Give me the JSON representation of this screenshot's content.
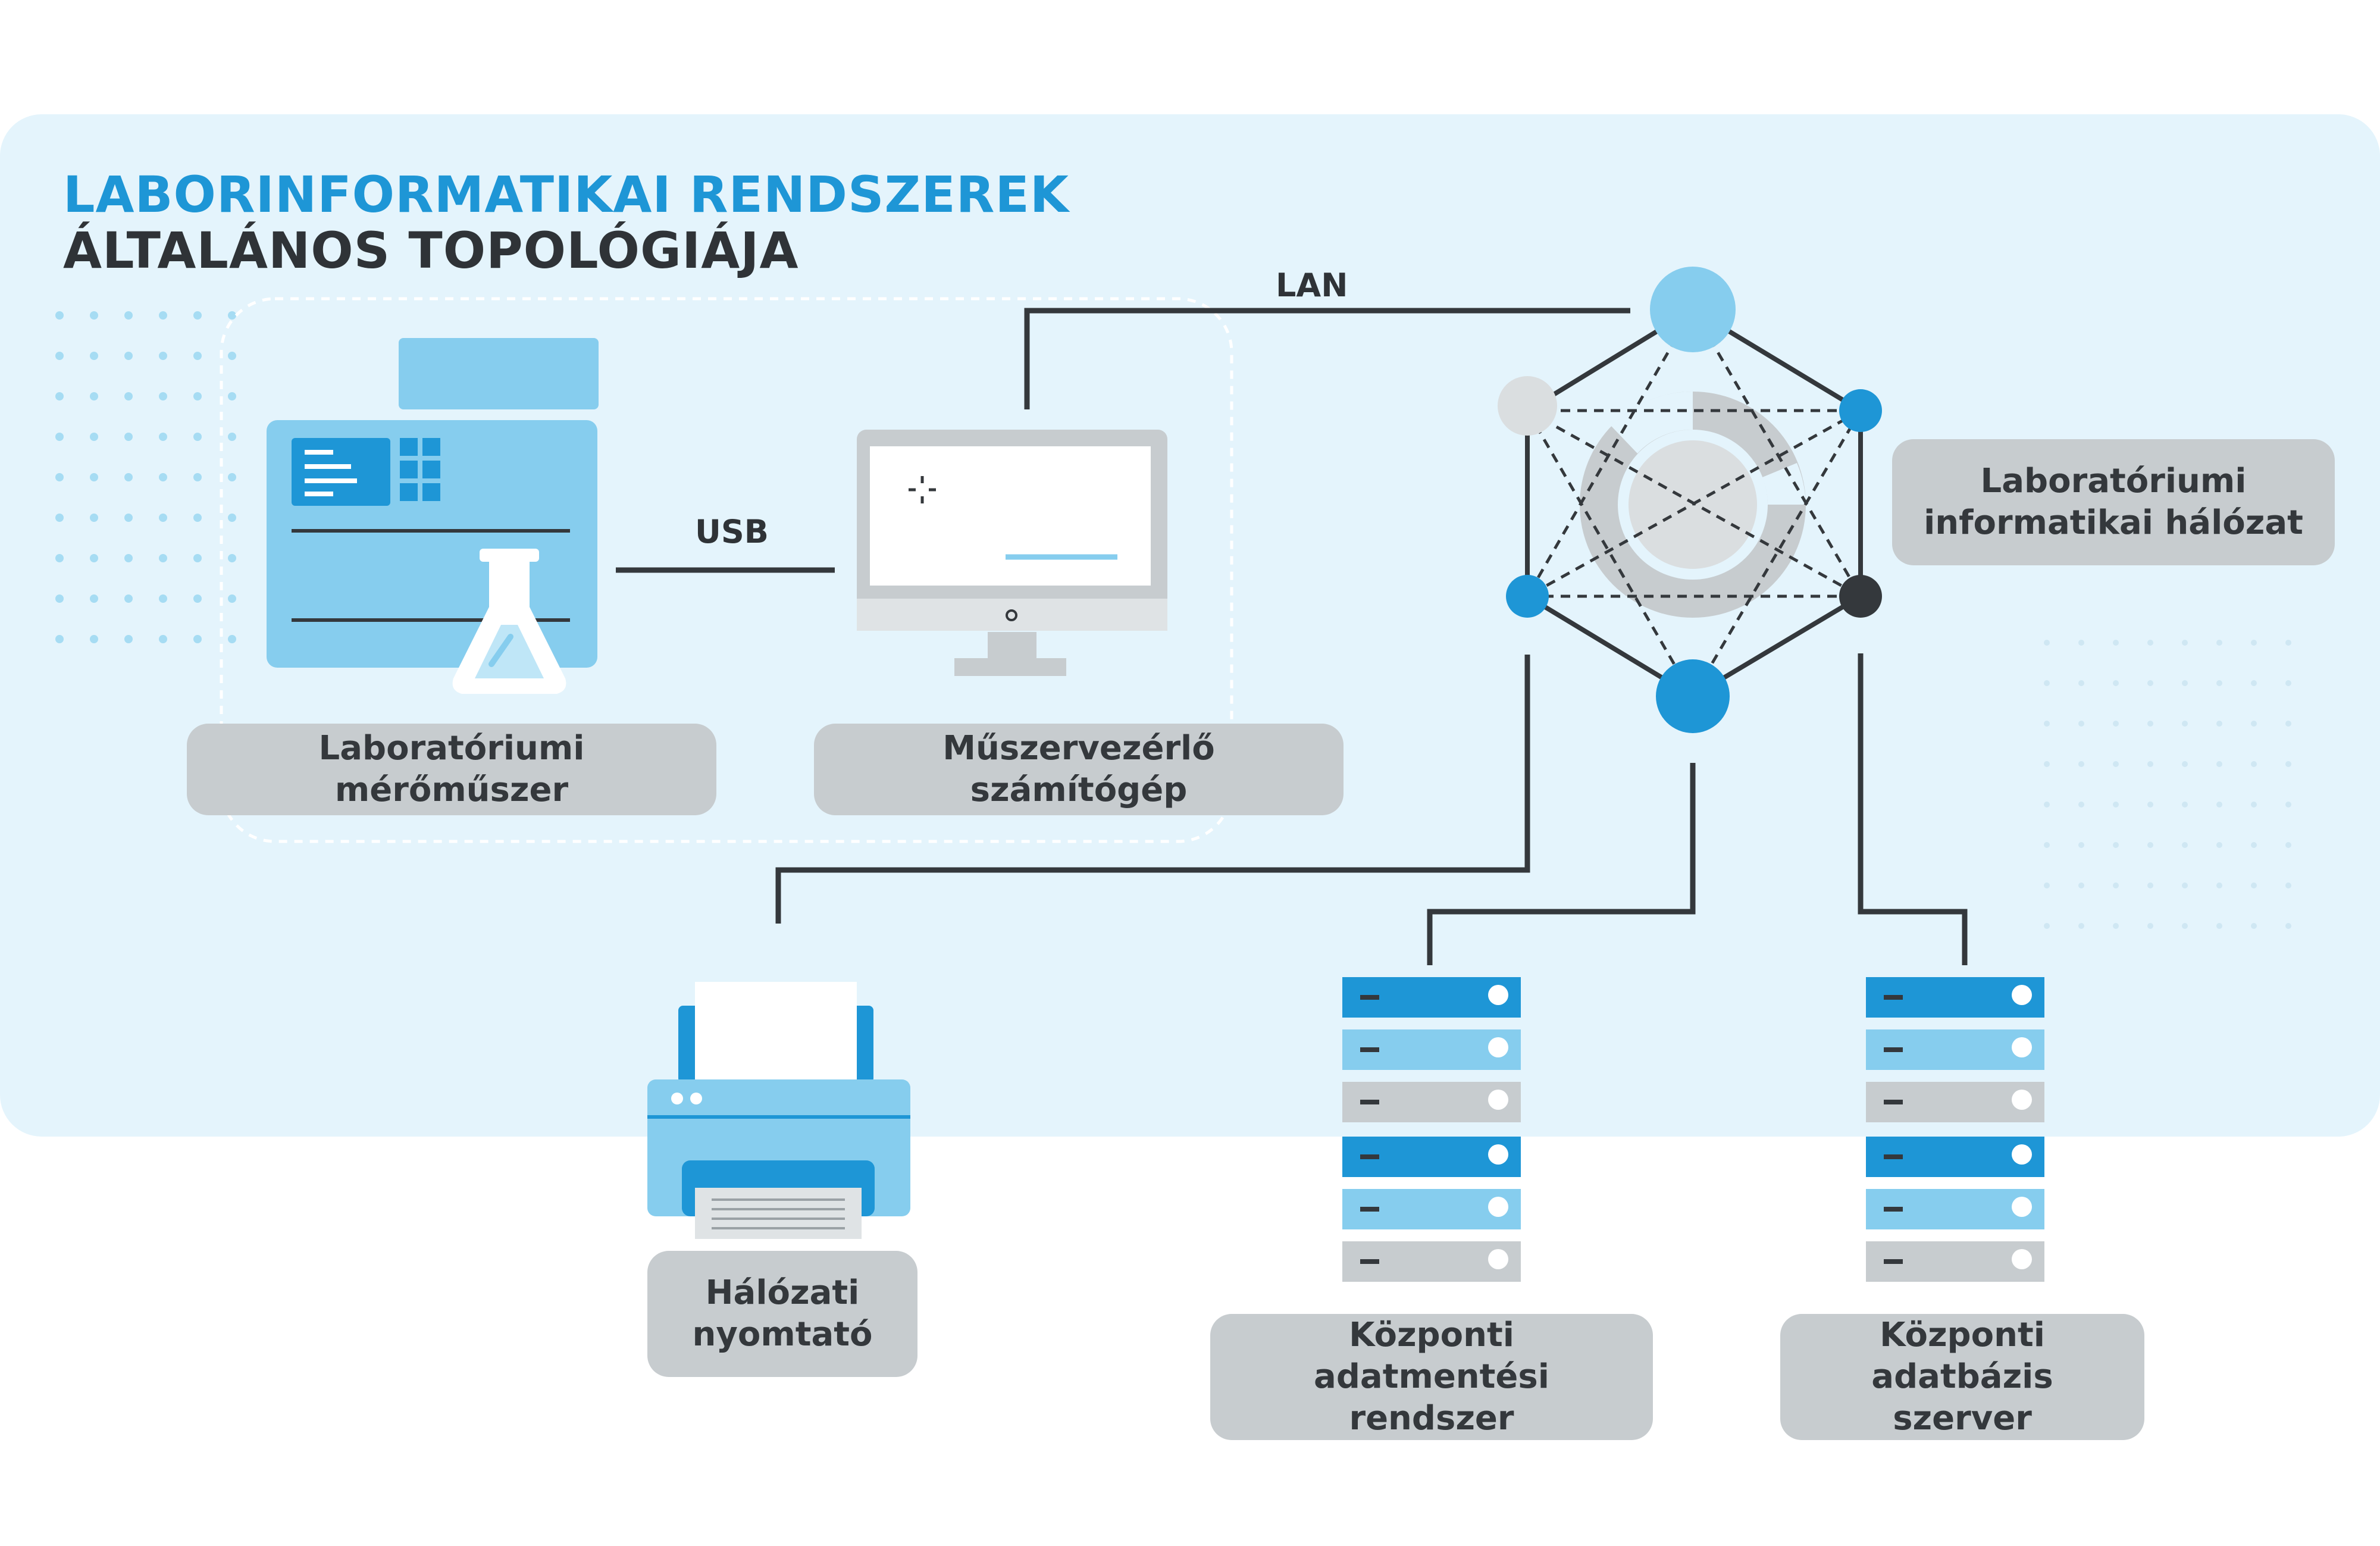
{
  "title": {
    "line1": "LABORINFORMATIKAI RENDSZEREK",
    "line2": "ÁLTALÁNOS TOPOLÓGIÁJA"
  },
  "connections": {
    "usb": "USB",
    "lan": "LAN"
  },
  "nodes": {
    "instrument": "Laboratóriumi mérőműszer",
    "computer": "Műszervezérlő számítógép",
    "network_line1": "Laboratóriumi",
    "network_line2": "informatikai hálózat",
    "printer_line1": "Hálózati",
    "printer_line2": "nyomtató",
    "backup_line1": "Központi",
    "backup_line2": "adatmentési rendszer",
    "db_line1": "Központi",
    "db_line2": "adatbázis szerver"
  },
  "colors": {
    "panel_bg": "#e4f4fc",
    "accent_blue": "#1e96d6",
    "light_blue": "#86cdee",
    "dark": "#2f3337",
    "label_gray": "#c7cccf"
  },
  "icons": [
    "lab-instrument-icon",
    "computer-monitor-icon",
    "network-hub-icon",
    "printer-icon",
    "server-rack-icon"
  ]
}
